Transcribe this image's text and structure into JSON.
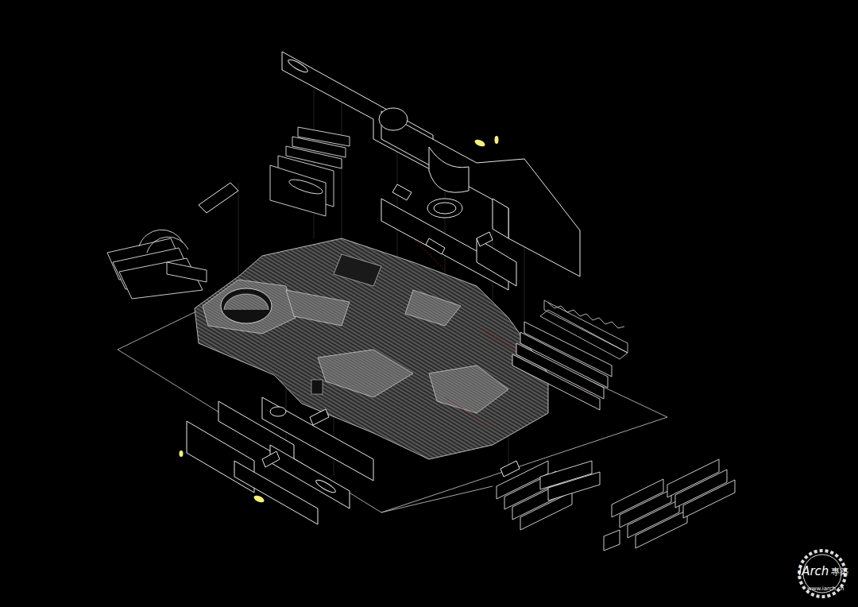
{
  "diagram": {
    "labels": [
      "iArch",
      "專築",
      "www.iarch.cn"
    ]
  }
}
